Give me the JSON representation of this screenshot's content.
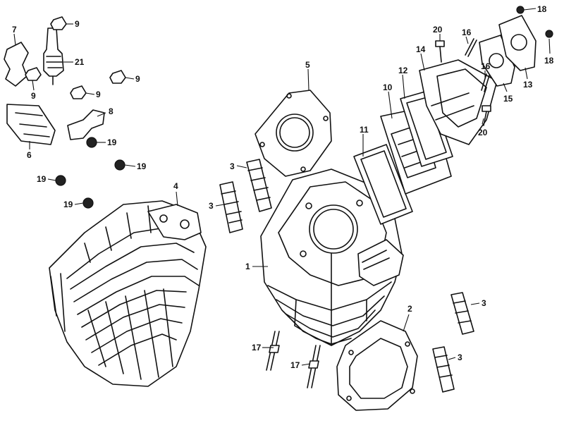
{
  "callouts": {
    "c1": "1",
    "c2": "2",
    "c3a": "3",
    "c3b": "3",
    "c3c": "3",
    "c3d": "3",
    "c4": "4",
    "c5": "5",
    "c6": "6",
    "c7": "7",
    "c8": "8",
    "c9a": "9",
    "c9b": "9",
    "c9c": "9",
    "c9d": "9",
    "c10": "10",
    "c11": "11",
    "c12": "12",
    "c13": "13",
    "c14": "14",
    "c15": "15",
    "c16a": "16",
    "c16b": "16",
    "c17a": "17",
    "c17b": "17",
    "c18a": "18",
    "c18b": "18",
    "c19a": "19",
    "c19b": "19",
    "c19c": "19",
    "c19d": "19",
    "c20a": "20",
    "c20b": "20",
    "c21": "21"
  }
}
